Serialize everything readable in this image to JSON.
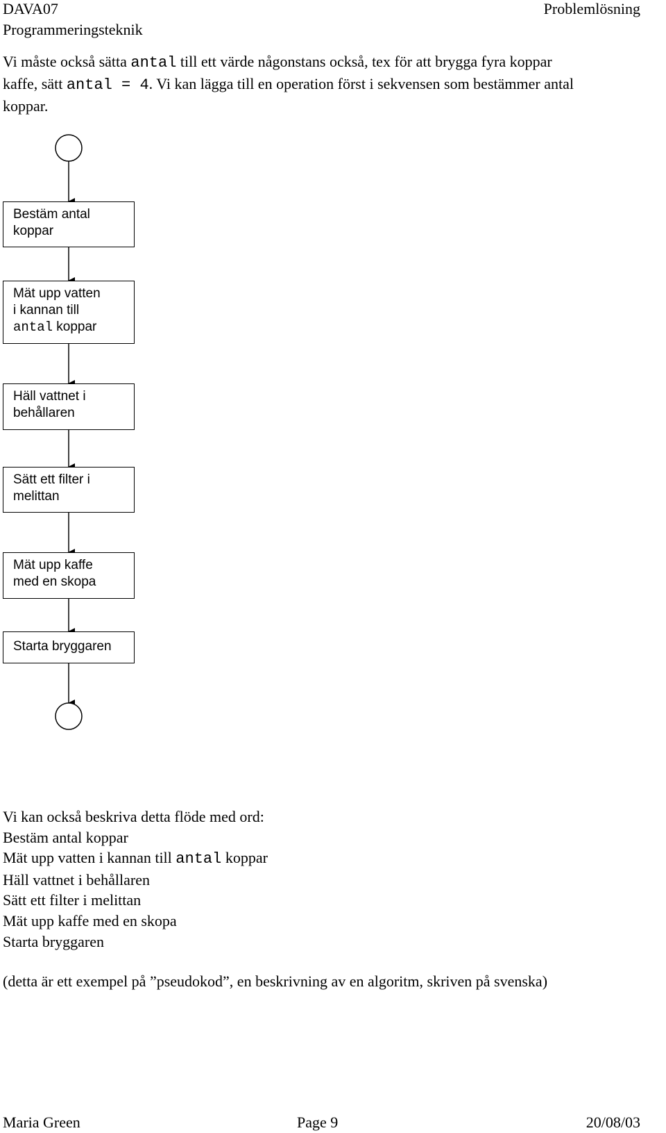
{
  "header": {
    "course_code": "DAVA07",
    "course_name": "Programmeringsteknik",
    "topic": "Problemlösning"
  },
  "intro": {
    "line1_a": "Vi måste också sätta ",
    "line1_code": "antal",
    "line1_b": " till ett värde någonstans också, tex för att brygga fyra koppar",
    "line2_a": "kaffe, sätt ",
    "line2_code": "antal = 4",
    "line2_b": ". Vi kan lägga till en operation först i sekvensen som bestämmer antal",
    "line3": "koppar."
  },
  "flowchart": {
    "steps": [
      {
        "line1": "Bestäm antal",
        "line2": "koppar"
      },
      {
        "line1": "Mät upp vatten",
        "line2": "i kannan till",
        "line3_code": "antal",
        "line3_rest": " koppar"
      },
      {
        "line1": "Häll vattnet i",
        "line2": "behållaren"
      },
      {
        "line1": "Sätt ett filter i",
        "line2": "melittan"
      },
      {
        "line1": "Mät upp kaffe",
        "line2": "med en skopa"
      },
      {
        "line1": "Starta bryggaren"
      }
    ]
  },
  "pseudocode": {
    "intro": "Vi kan också beskriva detta flöde med ord:",
    "line1": "Bestäm antal koppar",
    "line2_a": "Mät upp vatten i kannan till ",
    "line2_code": "antal",
    "line2_b": " koppar",
    "line3": "Häll vattnet i behållaren",
    "line4": "Sätt ett filter i melittan",
    "line5": "Mät upp kaffe med en skopa",
    "line6": "Starta bryggaren"
  },
  "note": "(detta är ett exempel på ”pseudokod”, en beskrivning av en algoritm, skriven på svenska)",
  "footer": {
    "author": "Maria Green",
    "page": "Page 9",
    "date": "20/08/03"
  }
}
